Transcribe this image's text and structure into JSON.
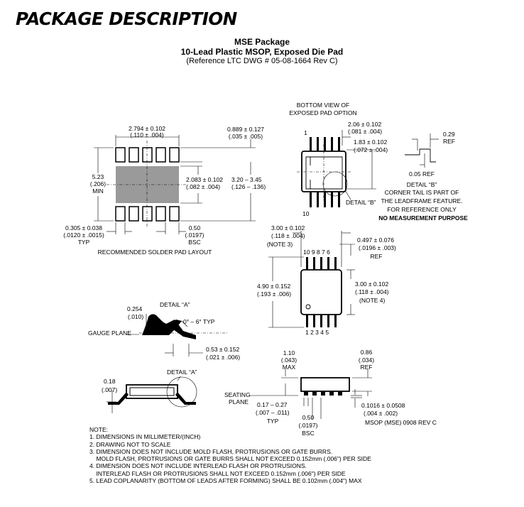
{
  "heading": "PACKAGE DESCRIPTION",
  "package": {
    "title": "MSE Package",
    "subtitle": "10-Lead Plastic MSOP, Exposed Die Pad",
    "reference": "(Reference LTC DWG # 05-08-1664 Rev C)"
  },
  "solder_pad": {
    "dim_width": "2.794 ± 0.102",
    "dim_width_in": "(.110 ± .004)",
    "dim_height_1": "5.23",
    "dim_height_2": "(.206)",
    "dim_height_3": "MIN",
    "dim_pad": "0.889 ± 0.127",
    "dim_pad_in": "(.035 ± .005)",
    "dim_center_w": "2.083 ± 0.102",
    "dim_center_w_in": "(.082 ± .004)",
    "dim_range": "3.20 – 3.45",
    "dim_range_in": "(.126 – .136)",
    "dim_lead": "0.305 ± 0.038",
    "dim_lead_in": "(.0120 ± .0015)",
    "dim_lead_typ": "TYP",
    "dim_pitch": "0.50",
    "dim_pitch_in": "(.0197)",
    "dim_pitch_bsc": "BSC",
    "caption": "RECOMMENDED SOLDER PAD LAYOUT"
  },
  "bottom_view": {
    "caption_1": "BOTTOM VIEW OF",
    "caption_2": "EXPOSED PAD OPTION",
    "pin_1": "1",
    "pin_10": "10",
    "dim_a": "2.06 ± 0.102",
    "dim_a_in": "(.081 ± .004)",
    "dim_b": "1.83 ± 0.102",
    "dim_b_in": "(.072 ± .004)",
    "detail_label": "DETAIL “B”"
  },
  "detail_b": {
    "dim_ref": "0.29",
    "dim_ref_label": "REF",
    "dim_ref2": "0.05 REF",
    "title": "DETAIL “B”",
    "note_1": "CORNER TAIL IS PART OF",
    "note_2": "THE LEADFRAME FEATURE.",
    "note_3": "FOR REFERENCE ONLY",
    "note_4": "NO MEASUREMENT PURPOSE"
  },
  "top_view": {
    "dim_w": "3.00 ± 0.102",
    "dim_w_in": "(.118 ± .004)",
    "dim_w_note": "(NOTE 3)",
    "pins_top": "10 9 8 7 6",
    "pins_bottom": "1 2 3 4 5",
    "dim_l": "4.90 ± 0.152",
    "dim_l_in": "(.193 ± .006)",
    "dim_ref": "0.497 ± 0.076",
    "dim_ref_in": "(.0196 ± .003)",
    "dim_ref_label": "REF",
    "dim_body": "3.00 ± 0.102",
    "dim_body_in": "(.118 ± .004)",
    "dim_body_note": "(NOTE 4)"
  },
  "detail_a": {
    "title": "DETAIL “A”",
    "dim_h": "0.254",
    "dim_h_in": "(.010)",
    "angle": "0° – 6° TYP",
    "gauge": "GAUGE PLANE",
    "dim_foot": "0.53 ± 0.152",
    "dim_foot_in": "(.021 ± .006)"
  },
  "side_left": {
    "dim_t": "0.18",
    "dim_t_in": "(.007)",
    "detail_label": "DETAIL “A”"
  },
  "side_right": {
    "dim_max": "1.10",
    "dim_max_in": "(.043)",
    "dim_max_label": "MAX",
    "dim_ref": "0.86",
    "dim_ref_in": "(.034)",
    "dim_ref_label": "REF",
    "seating_1": "SEATING",
    "seating_2": "PLANE",
    "dim_lead": "0.17 – 0.27",
    "dim_lead_in": "(.007 – .011)",
    "dim_lead_typ": "TYP",
    "dim_pitch": "0.50",
    "dim_pitch_in": "(.0197)",
    "dim_pitch_bsc": "BSC",
    "dim_stand": "0.1016 ± 0.0508",
    "dim_stand_in": "(.004 ± .002)",
    "drawing_id": "MSOP (MSE) 0908 REV C"
  },
  "notes": [
    "NOTE:",
    "1. DIMENSIONS IN MILLIMETER/(INCH)",
    "2. DRAWING NOT TO SCALE",
    "3. DIMENSION DOES NOT INCLUDE MOLD FLASH, PROTRUSIONS OR GATE BURRS.",
    "    MOLD FLASH, PROTRUSIONS OR GATE BURRS SHALL NOT EXCEED 0.152mm (.006\") PER SIDE",
    "4. DIMENSION DOES NOT INCLUDE INTERLEAD FLASH OR PROTRUSIONS.",
    "    INTERLEAD FLASH OR PROTRUSIONS SHALL NOT EXCEED 0.152mm (.006\") PER SIDE",
    "5. LEAD COPLANARITY (BOTTOM OF LEADS AFTER FORMING) SHALL BE 0.102mm (.004\") MAX"
  ]
}
